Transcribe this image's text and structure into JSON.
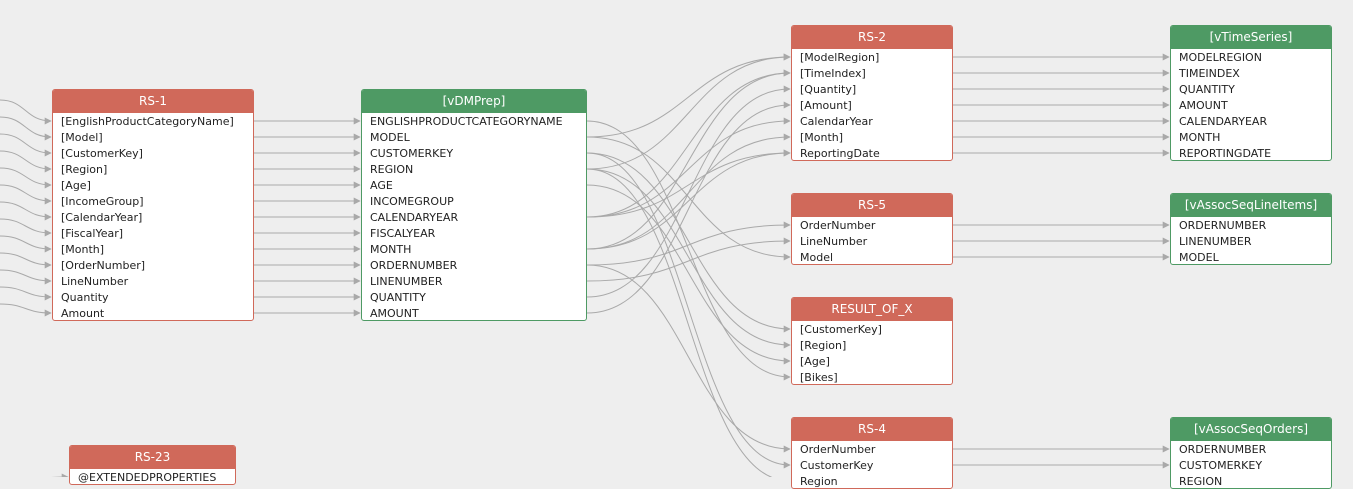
{
  "nodes": [
    {
      "id": "rs1",
      "title": "RS-1",
      "kind": "red",
      "rows": [
        "[EnglishProductCategoryName]",
        "[Model]",
        "[CustomerKey]",
        "[Region]",
        "[Age]",
        "[IncomeGroup]",
        "[CalendarYear]",
        "[FiscalYear]",
        "[Month]",
        "[OrderNumber]",
        "LineNumber",
        "Quantity",
        "Amount"
      ]
    },
    {
      "id": "vdmprep",
      "title": "[vDMPrep]",
      "kind": "green",
      "rows": [
        "ENGLISHPRODUCTCATEGORYNAME",
        "MODEL",
        "CUSTOMERKEY",
        "REGION",
        "AGE",
        "INCOMEGROUP",
        "CALENDARYEAR",
        "FISCALYEAR",
        "MONTH",
        "ORDERNUMBER",
        "LINENUMBER",
        "QUANTITY",
        "AMOUNT"
      ]
    },
    {
      "id": "rs2",
      "title": "RS-2",
      "kind": "red",
      "rows": [
        "[ModelRegion]",
        "[TimeIndex]",
        "[Quantity]",
        "[Amount]",
        "CalendarYear",
        "[Month]",
        "ReportingDate"
      ]
    },
    {
      "id": "vts",
      "title": "[vTimeSeries]",
      "kind": "green",
      "rows": [
        "MODELREGION",
        "TIMEINDEX",
        "QUANTITY",
        "AMOUNT",
        "CALENDARYEAR",
        "MONTH",
        "REPORTINGDATE"
      ]
    },
    {
      "id": "rs5",
      "title": "RS-5",
      "kind": "red",
      "rows": [
        "OrderNumber",
        "LineNumber",
        "Model"
      ]
    },
    {
      "id": "vasli",
      "title": "[vAssocSeqLineItems]",
      "kind": "green",
      "rows": [
        "ORDERNUMBER",
        "LINENUMBER",
        "MODEL"
      ]
    },
    {
      "id": "rox",
      "title": "RESULT_OF_X",
      "kind": "red",
      "rows": [
        "[CustomerKey]",
        "[Region]",
        "[Age]",
        "[Bikes]"
      ]
    },
    {
      "id": "rs4",
      "title": "RS-4",
      "kind": "red",
      "rows": [
        "OrderNumber",
        "CustomerKey",
        "Region"
      ]
    },
    {
      "id": "vaso",
      "title": "[vAssocSeqOrders]",
      "kind": "green",
      "rows": [
        "ORDERNUMBER",
        "CUSTOMERKEY",
        "REGION"
      ]
    },
    {
      "id": "rs23",
      "title": "RS-23",
      "kind": "red",
      "rows": [
        "@EXTENDEDPROPERTIES"
      ]
    }
  ],
  "edges": [
    [
      "rs1",
      0,
      "vdmprep",
      0
    ],
    [
      "rs1",
      1,
      "vdmprep",
      1
    ],
    [
      "rs1",
      2,
      "vdmprep",
      2
    ],
    [
      "rs1",
      3,
      "vdmprep",
      3
    ],
    [
      "rs1",
      4,
      "vdmprep",
      4
    ],
    [
      "rs1",
      5,
      "vdmprep",
      5
    ],
    [
      "rs1",
      6,
      "vdmprep",
      6
    ],
    [
      "rs1",
      7,
      "vdmprep",
      7
    ],
    [
      "rs1",
      8,
      "vdmprep",
      8
    ],
    [
      "rs1",
      9,
      "vdmprep",
      9
    ],
    [
      "rs1",
      10,
      "vdmprep",
      10
    ],
    [
      "rs1",
      11,
      "vdmprep",
      11
    ],
    [
      "rs1",
      12,
      "vdmprep",
      12
    ],
    [
      "vdmprep",
      1,
      "rs2",
      0
    ],
    [
      "vdmprep",
      3,
      "rs2",
      0
    ],
    [
      "vdmprep",
      6,
      "rs2",
      1
    ],
    [
      "vdmprep",
      8,
      "rs2",
      1
    ],
    [
      "vdmprep",
      11,
      "rs2",
      2
    ],
    [
      "vdmprep",
      12,
      "rs2",
      3
    ],
    [
      "vdmprep",
      6,
      "rs2",
      4
    ],
    [
      "vdmprep",
      8,
      "rs2",
      5
    ],
    [
      "vdmprep",
      6,
      "rs2",
      6
    ],
    [
      "vdmprep",
      8,
      "rs2",
      6
    ],
    [
      "vdmprep",
      9,
      "rs5",
      0
    ],
    [
      "vdmprep",
      10,
      "rs5",
      1
    ],
    [
      "vdmprep",
      1,
      "rs5",
      2
    ],
    [
      "vdmprep",
      2,
      "rox",
      0
    ],
    [
      "vdmprep",
      3,
      "rox",
      1
    ],
    [
      "vdmprep",
      4,
      "rox",
      2
    ],
    [
      "vdmprep",
      0,
      "rox",
      3
    ],
    [
      "vdmprep",
      9,
      "rs4",
      0
    ],
    [
      "vdmprep",
      2,
      "rs4",
      1
    ],
    [
      "vdmprep",
      3,
      "rs4",
      2
    ],
    [
      "rs2",
      0,
      "vts",
      0
    ],
    [
      "rs2",
      1,
      "vts",
      1
    ],
    [
      "rs2",
      2,
      "vts",
      2
    ],
    [
      "rs2",
      3,
      "vts",
      3
    ],
    [
      "rs2",
      4,
      "vts",
      4
    ],
    [
      "rs2",
      5,
      "vts",
      5
    ],
    [
      "rs2",
      6,
      "vts",
      6
    ],
    [
      "rs5",
      0,
      "vasli",
      0
    ],
    [
      "rs5",
      1,
      "vasli",
      1
    ],
    [
      "rs5",
      2,
      "vasli",
      2
    ],
    [
      "rs4",
      0,
      "vaso",
      0
    ],
    [
      "rs4",
      1,
      "vaso",
      1
    ],
    [
      "rs4",
      2,
      "vaso",
      2
    ]
  ],
  "colors": {
    "edge": "#a9a9a9",
    "source_header": "#d0695a",
    "view_header": "#4e9a64",
    "canvas": "#eeeeee"
  }
}
